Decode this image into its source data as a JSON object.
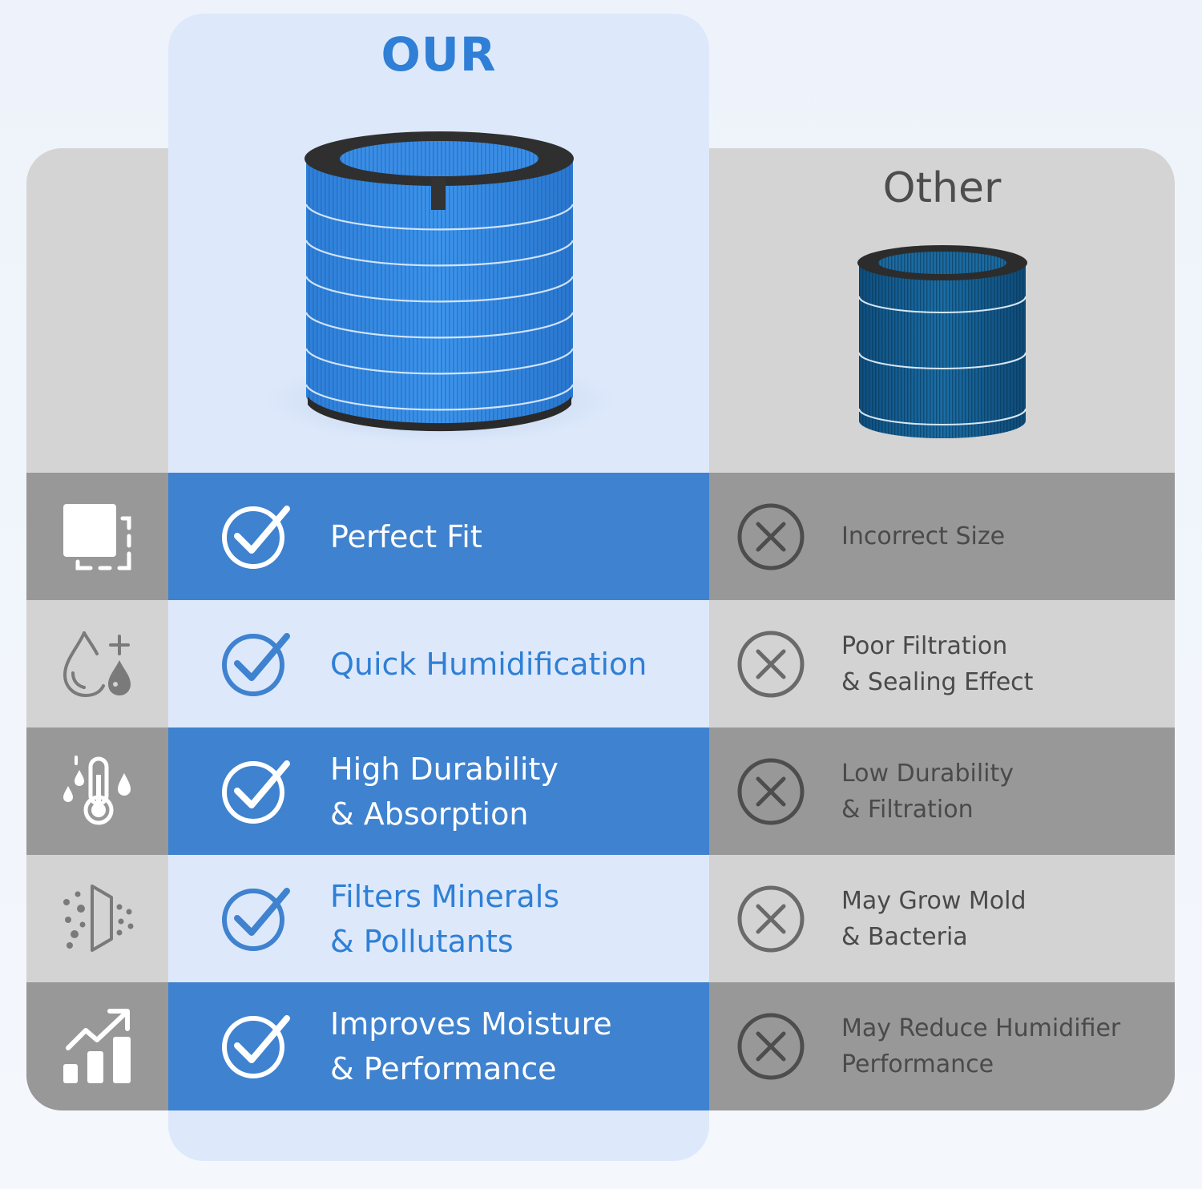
{
  "header": {
    "our_label": "OUR",
    "other_label": "Other"
  },
  "products": {
    "our_image_icon": "blue-cylindrical-filter",
    "other_image_icon": "dark-blue-cylindrical-filter"
  },
  "rows": [
    {
      "icon": "size-fit-icon",
      "our": [
        "Perfect Fit"
      ],
      "other": [
        "Incorrect Size"
      ]
    },
    {
      "icon": "water-drop-plus-icon",
      "our": [
        "Quick Humidification"
      ],
      "other": [
        "Poor Filtration",
        "& Sealing Effect"
      ]
    },
    {
      "icon": "thermometer-drops-icon",
      "our": [
        "High Durability",
        "& Absorption"
      ],
      "other": [
        "Low Durability",
        "& Filtration"
      ]
    },
    {
      "icon": "filter-particles-icon",
      "our": [
        "Filters Minerals",
        "& Pollutants"
      ],
      "other": [
        "May Grow Mold",
        "& Bacteria"
      ]
    },
    {
      "icon": "growth-chart-icon",
      "our": [
        "Improves Moisture",
        "& Performance"
      ],
      "other": [
        "May Reduce Humidifier",
        "Performance"
      ]
    }
  ],
  "colors": {
    "accent_blue": "#3f82cf",
    "title_blue": "#2f7fd6",
    "light_blue": "#dde9fb",
    "gray_dark": "#989898",
    "gray_light": "#d3d3d3"
  }
}
